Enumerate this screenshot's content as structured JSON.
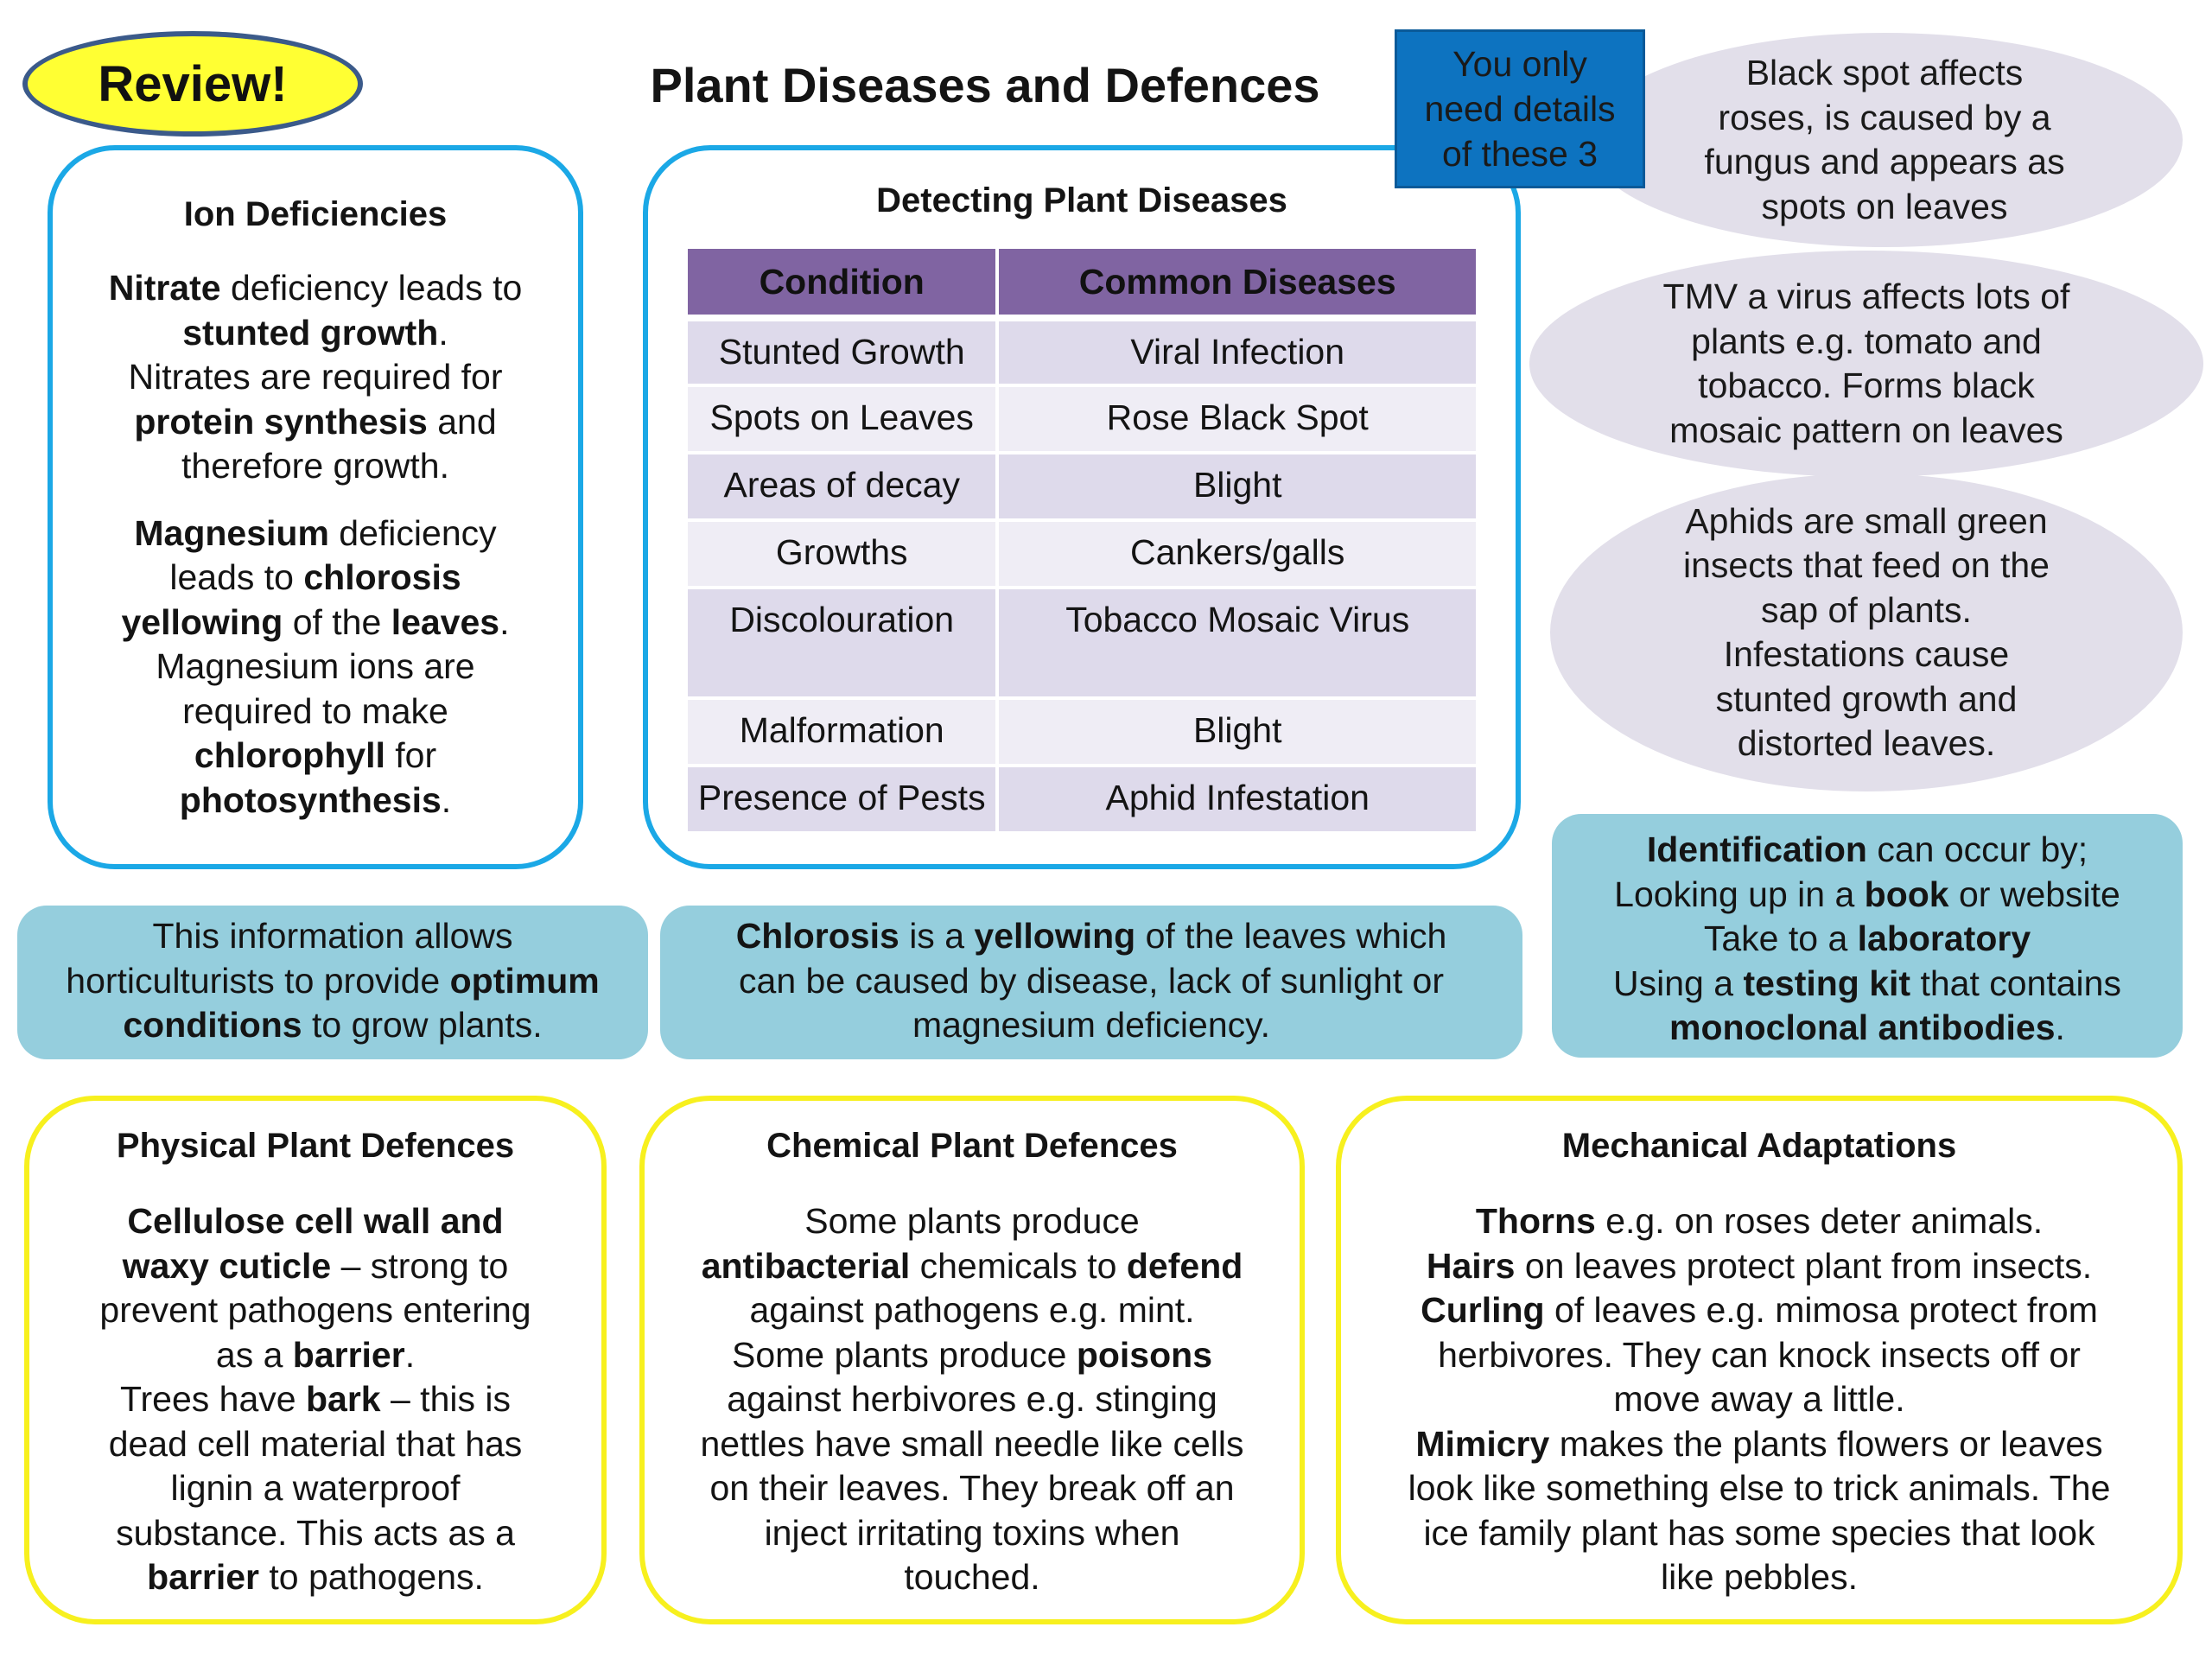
{
  "badge": "Review!",
  "title": "Plant Diseases and Defences",
  "note": [
    "You only",
    "need details",
    "of these 3"
  ],
  "ion": {
    "heading": "Ion Deficiencies",
    "p1": [
      {
        "b": "Nitrate"
      },
      " deficiency leads to ",
      {
        "br": 1
      },
      {
        "b": "stunted growth"
      },
      ".",
      {
        "br": 1
      },
      "Nitrates are required for",
      {
        "br": 1
      },
      {
        "b": "protein synthesis"
      },
      " and",
      {
        "br": 1
      },
      "therefore growth."
    ],
    "p2": [
      {
        "b": "Magnesium"
      },
      " deficiency",
      {
        "br": 1
      },
      "leads to ",
      {
        "b": "chlorosis"
      },
      {
        "br": 1
      },
      {
        "b": "yellowing"
      },
      " of the ",
      {
        "b": "leaves"
      },
      ".",
      {
        "br": 1
      },
      "Magnesium ions are",
      {
        "br": 1
      },
      "required  to make",
      {
        "br": 1
      },
      {
        "b": "chlorophyll"
      },
      " for",
      {
        "br": 1
      },
      {
        "b": "photosynthesis"
      },
      "."
    ]
  },
  "detect": {
    "heading": "Detecting Plant Diseases",
    "headers": [
      "Condition",
      "Common Diseases"
    ],
    "rows": [
      [
        "Stunted Growth",
        "Viral Infection"
      ],
      [
        "Spots on Leaves",
        "Rose Black Spot"
      ],
      [
        "Areas of decay",
        "Blight"
      ],
      [
        "Growths",
        "Cankers/galls"
      ],
      [
        "Discolouration",
        "Tobacco Mosaic Virus"
      ],
      [
        "Malformation",
        "Blight"
      ],
      [
        "Presence of Pests",
        "Aphid Infestation"
      ]
    ]
  },
  "ellipses": {
    "black_spot": [
      "Black spot affects",
      "roses, is caused by a",
      "fungus and appears as",
      "spots on leaves"
    ],
    "tmv": [
      "TMV a virus affects lots of",
      "plants e.g. tomato and",
      "tobacco. Forms black",
      "mosaic pattern on leaves"
    ],
    "aphids": [
      "Aphids are small green",
      "insects that feed on the",
      "sap of plants.",
      "Infestations cause",
      "stunted growth and",
      "distorted leaves."
    ]
  },
  "identification": [
    {
      "b": "Identification"
    },
    " can occur by;",
    {
      "br": 1
    },
    "Looking up in a ",
    {
      "b": "book"
    },
    " or website",
    {
      "br": 1
    },
    "Take to a ",
    {
      "b": "laboratory"
    },
    {
      "br": 1
    },
    "Using a ",
    {
      "b": "testing kit"
    },
    " that contains",
    {
      "br": 1
    },
    {
      "b": "monoclonal antibodies"
    },
    "."
  ],
  "info": [
    "This information allows",
    {
      "br": 1
    },
    "horticulturists to provide ",
    {
      "b": "optimum"
    },
    {
      "br": 1
    },
    {
      "b": "conditions"
    },
    " to grow plants."
  ],
  "chlorosis": [
    {
      "b": "Chlorosis"
    },
    " is a ",
    {
      "b": "yellowing"
    },
    " of the leaves which",
    {
      "br": 1
    },
    "can be caused by disease, lack of sunlight or",
    {
      "br": 1
    },
    "magnesium deficiency."
  ],
  "physical": {
    "heading": "Physical Plant Defences",
    "text": [
      {
        "b": "Cellulose cell wall and"
      },
      {
        "br": 1
      },
      {
        "b": "waxy cuticle"
      },
      " – strong to",
      {
        "br": 1
      },
      "prevent pathogens entering",
      {
        "br": 1
      },
      "as a ",
      {
        "b": "barrier"
      },
      ".",
      {
        "br": 1
      },
      "Trees have ",
      {
        "b": "bark"
      },
      " – this is",
      {
        "br": 1
      },
      "dead cell material that has",
      {
        "br": 1
      },
      "lignin a waterproof",
      {
        "br": 1
      },
      "substance. This acts as a",
      {
        "br": 1
      },
      {
        "b": "barrier"
      },
      " to pathogens."
    ]
  },
  "chemical": {
    "heading": "Chemical Plant Defences",
    "text": [
      "Some plants produce",
      {
        "br": 1
      },
      {
        "b": "antibacterial"
      },
      " chemicals to ",
      {
        "b": "defend"
      },
      {
        "br": 1
      },
      "against pathogens e.g. mint.",
      {
        "br": 1
      },
      "Some plants produce ",
      {
        "b": "poisons"
      },
      {
        "br": 1
      },
      "against herbivores e.g. stinging",
      {
        "br": 1
      },
      "nettles have small needle like cells",
      {
        "br": 1
      },
      "on their leaves. They break off an",
      {
        "br": 1
      },
      "inject irritating toxins when",
      {
        "br": 1
      },
      "touched."
    ]
  },
  "mechanical": {
    "heading": "Mechanical Adaptations",
    "text": [
      {
        "b": "Thorns"
      },
      " e.g. on roses deter animals.",
      {
        "br": 1
      },
      {
        "b": "Hairs"
      },
      " on leaves protect plant from insects.",
      {
        "br": 1
      },
      {
        "b": "Curling"
      },
      " of leaves e.g. mimosa protect from",
      {
        "br": 1
      },
      "herbivores. They can knock insects off or",
      {
        "br": 1
      },
      "move away a little.",
      {
        "br": 1
      },
      {
        "b": "Mimicry"
      },
      " makes the plants flowers or leaves",
      {
        "br": 1
      },
      "look like something else to trick animals. The",
      {
        "br": 1
      },
      "ice family plant has some species that look",
      {
        "br": 1
      },
      "like pebbles."
    ]
  },
  "colors": {
    "yellow_badge": "#ffff33",
    "blue_border": "#1ba8e6",
    "yellow_border": "#f7f01e",
    "fill_blue": "#95cedd",
    "note_blue": "#0d73c0",
    "table_header": "#8064a2",
    "ellipse": "#e2dfea"
  }
}
